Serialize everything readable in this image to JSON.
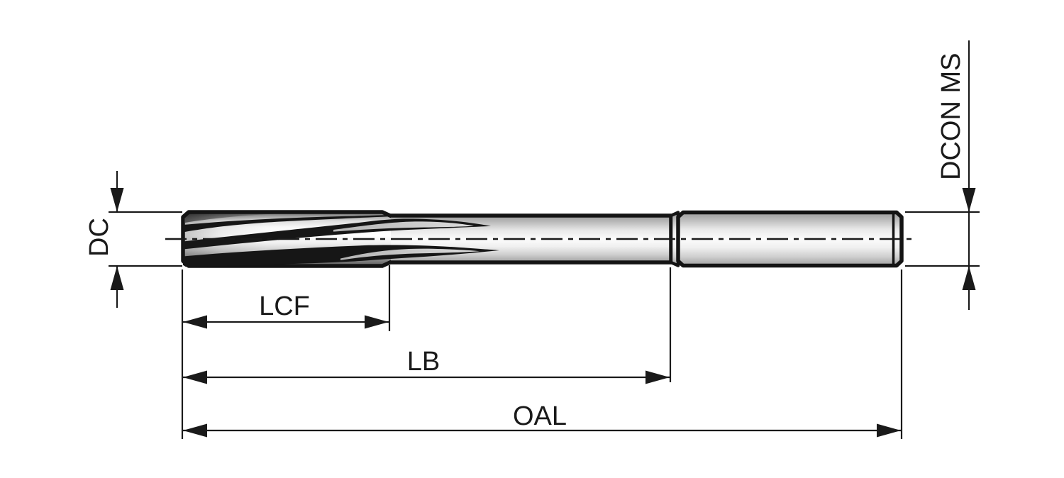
{
  "drawing": {
    "background": "#ffffff",
    "ink": "#1a1a1a",
    "dimensions": {
      "dc": {
        "label": "DC",
        "orientation": "vertical-left"
      },
      "lcf": {
        "label": "LCF",
        "orientation": "horizontal"
      },
      "lb": {
        "label": "LB",
        "orientation": "horizontal"
      },
      "oal": {
        "label": "OAL",
        "orientation": "horizontal"
      },
      "dcon": {
        "label": "DCON MS",
        "orientation": "vertical-right"
      }
    }
  }
}
